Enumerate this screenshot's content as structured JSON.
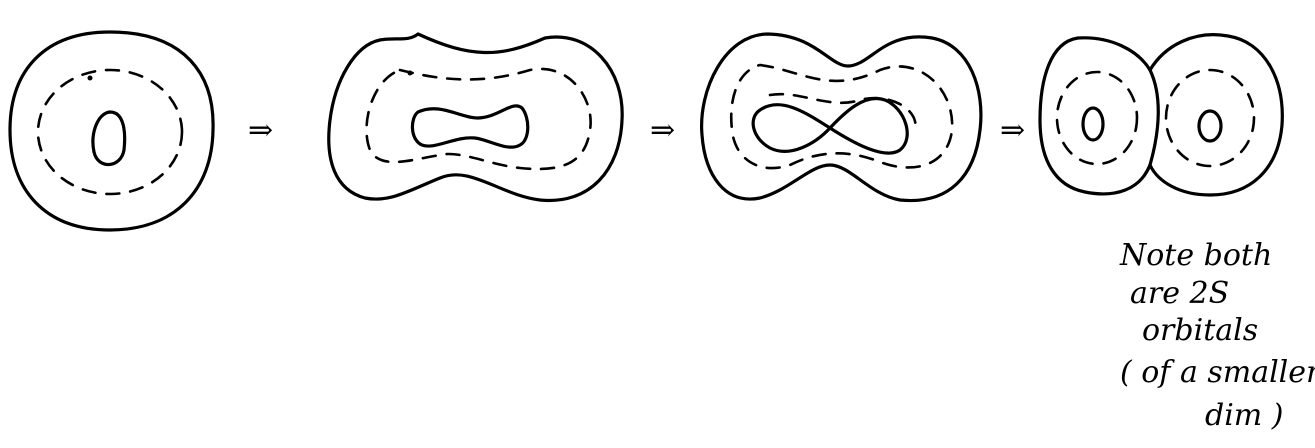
{
  "note": {
    "line1": "Note both",
    "line2": "are 2S",
    "line3": "orbitals",
    "line4": "( of a smaller",
    "line5": "dim )"
  },
  "arrows": [
    "⇒",
    "⇒",
    "⇒"
  ],
  "stages": [
    {
      "name": "stage-1-single-orbital"
    },
    {
      "name": "stage-2-pinching"
    },
    {
      "name": "stage-3-figure-eight"
    },
    {
      "name": "stage-4-split-two-orbitals"
    }
  ]
}
